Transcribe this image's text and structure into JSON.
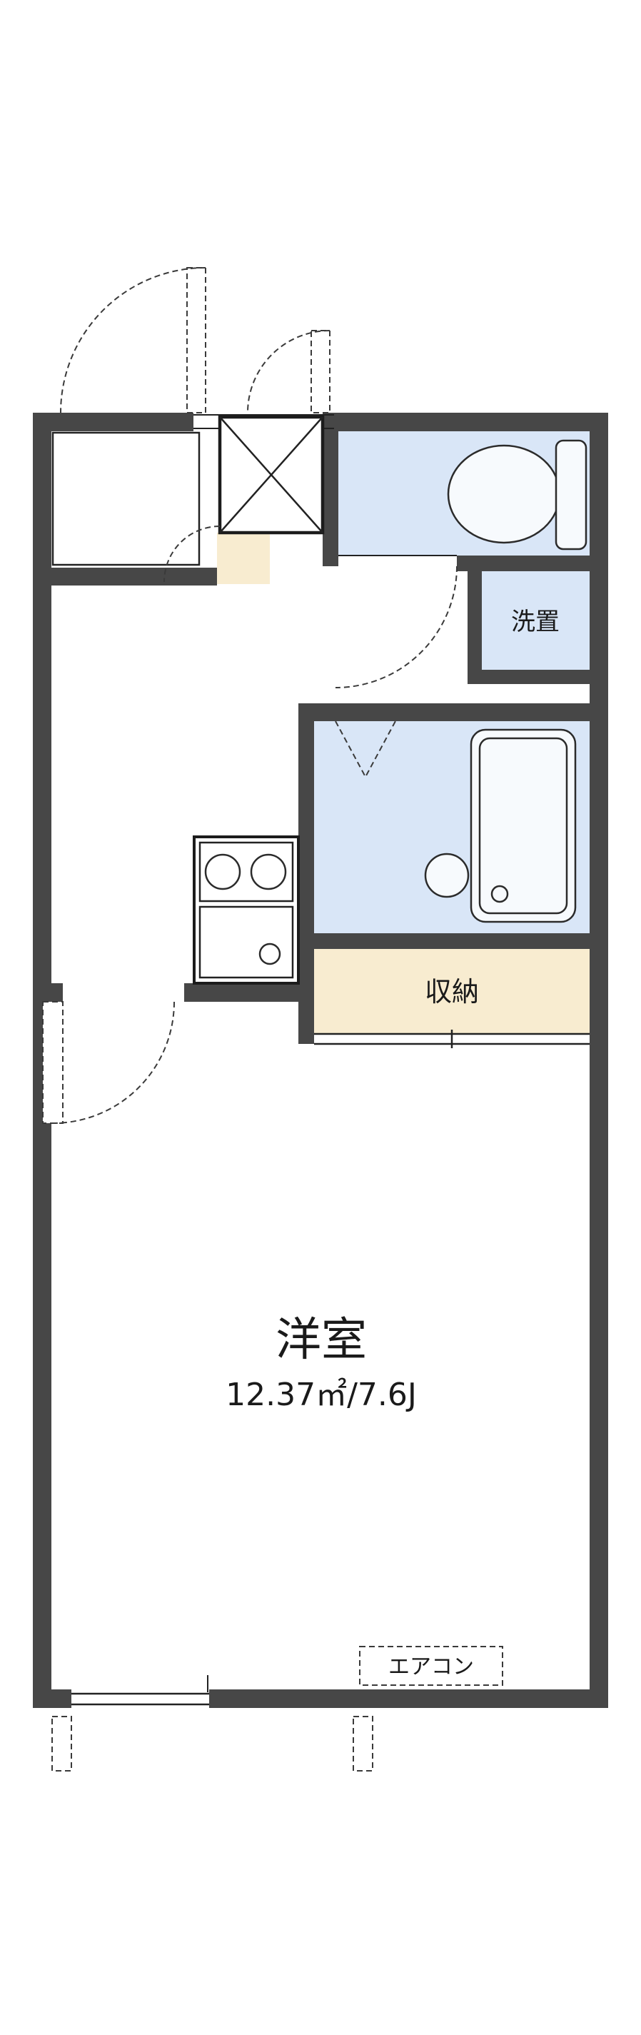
{
  "floorplan": {
    "labels": {
      "washer": "洗置",
      "closet": "収納",
      "main_room": "洋室",
      "main_room_size": "12.37㎡/7.6J",
      "aircon": "エアコン"
    },
    "colors": {
      "wall": "#474747",
      "wet_area": "#d9e6f7",
      "storage": "#f8ecd0",
      "line": "#222222"
    }
  }
}
